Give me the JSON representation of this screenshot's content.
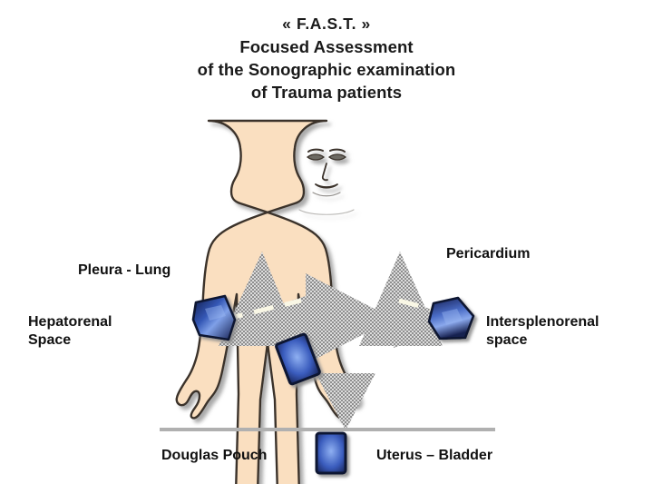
{
  "title": {
    "line1": "« F.A.S.T. »",
    "line2": "Focused Assessment",
    "line3": "of the Sonographic examination",
    "line4": "of Trauma patients"
  },
  "labels": {
    "pleura_lung": "Pleura - Lung",
    "hepatorenal_space": "Hepatorenal\nSpace",
    "pericardium": "Pericardium",
    "intersplenorenal_space": "Intersplenorenal\nspace",
    "douglas_pouch": "Douglas Pouch",
    "uterus_bladder": "Uterus – Bladder"
  },
  "colors": {
    "background": "#ffffff",
    "skin": "#fadfc0",
    "body_outline": "#3a332c",
    "shadow": "#b9b9b9",
    "beam_gray": "#9a9a9a",
    "beam_light": "#d8d8d8",
    "probe_blue_dark": "#16205a",
    "probe_blue_mid": "#2f4fa8",
    "probe_blue_light": "#6e8fdd",
    "probe_border": "#0d1330",
    "dash_line": "#fdfbe8",
    "text": "#111111"
  },
  "figure": {
    "subject": "human-body-torso-front",
    "probe_count": 4,
    "beam_count": 5,
    "probes": [
      {
        "name": "probe-hepatorenal",
        "region": "hepatorenal-space",
        "side": "left"
      },
      {
        "name": "probe-intersplenorenal",
        "region": "intersplenorenal-space",
        "side": "right"
      },
      {
        "name": "probe-pericardium",
        "region": "pericardium",
        "side": "center"
      },
      {
        "name": "probe-douglas-pouch",
        "region": "douglas-pouch",
        "side": "bottom"
      }
    ],
    "beams": [
      {
        "name": "beam-pleura-lung-left",
        "region": "pleura-lung"
      },
      {
        "name": "beam-pericardium-center",
        "region": "pericardium"
      },
      {
        "name": "beam-pleura-lung-right",
        "region": "pleura-lung"
      },
      {
        "name": "beam-hepatorenal",
        "region": "hepatorenal-space"
      },
      {
        "name": "beam-douglas-pouch",
        "region": "douglas-pouch"
      }
    ]
  }
}
